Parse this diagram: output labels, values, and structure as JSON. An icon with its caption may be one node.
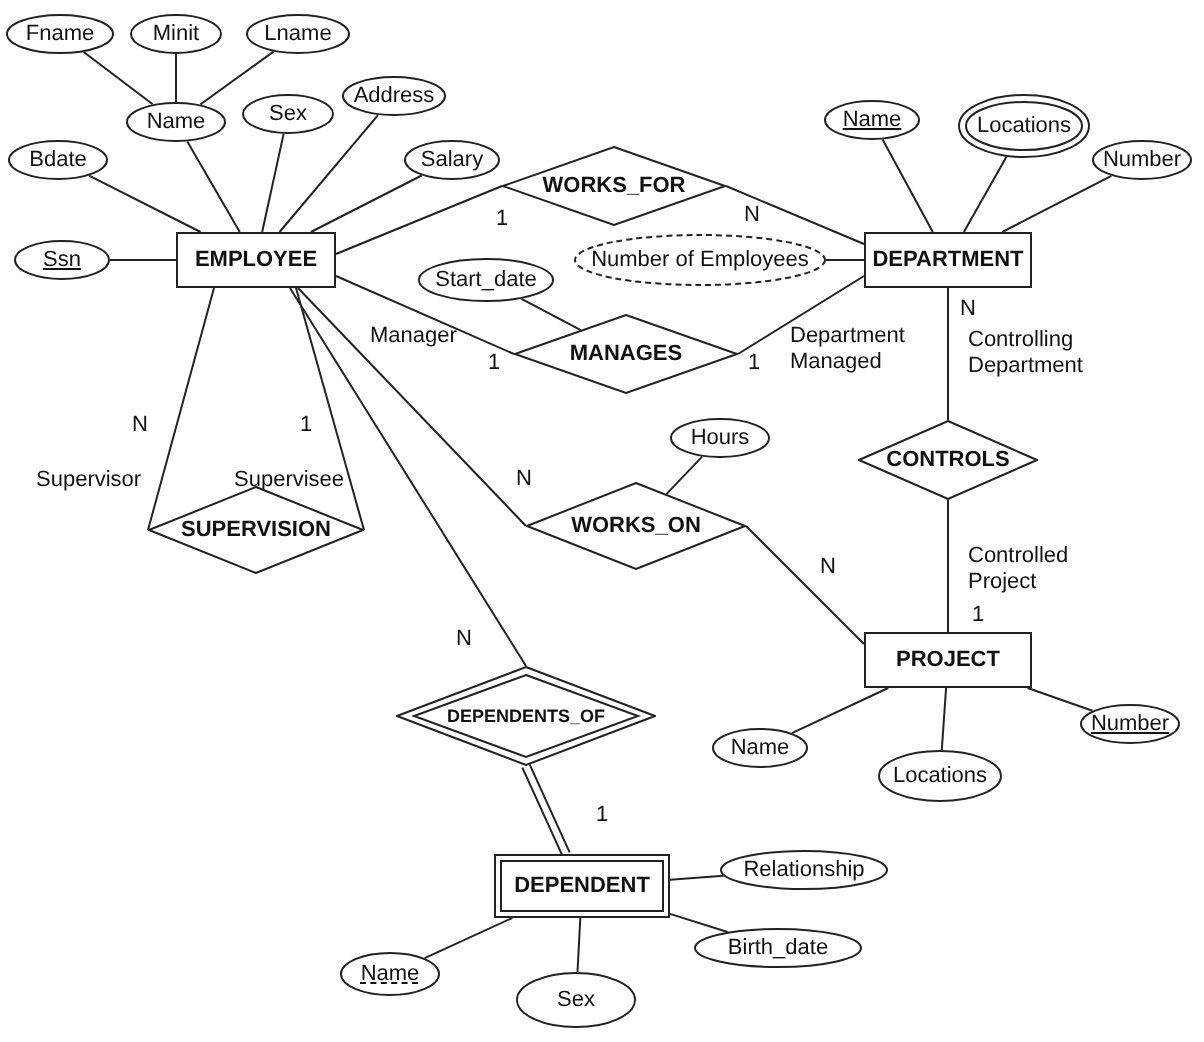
{
  "diagram": {
    "nodes": [
      {
        "text": [
          "EMPLOYEE"
        ]
      },
      {
        "text": [
          "Fname"
        ]
      },
      {
        "text": [
          "Minit"
        ]
      },
      {
        "text": [
          "Lname"
        ]
      },
      {
        "text": [
          "Name"
        ]
      },
      {
        "text": [
          "Sex"
        ]
      },
      {
        "text": [
          "Address"
        ]
      },
      {
        "text": [
          "Bdate"
        ]
      },
      {
        "text": [
          "Salary"
        ]
      },
      {
        "text": [
          "Ssn"
        ]
      },
      {
        "text": [
          "WORKS_FOR"
        ]
      },
      {
        "text": [
          "DEPARTMENT"
        ]
      },
      {
        "text": [
          "Name"
        ]
      },
      {
        "text": [
          "Locations"
        ]
      },
      {
        "text": [
          "Number"
        ]
      },
      {
        "text": [
          "Number of Employees"
        ]
      },
      {
        "text": [
          "Start_date"
        ]
      },
      {
        "text": [
          "MANAGES"
        ]
      },
      {
        "text": [
          "SUPERVISION"
        ]
      },
      {
        "text": [
          "Hours"
        ]
      },
      {
        "text": [
          "WORKS_ON"
        ]
      },
      {
        "text": [
          "CONTROLS"
        ]
      },
      {
        "text": [
          "PROJECT"
        ]
      },
      {
        "text": [
          "Name"
        ]
      },
      {
        "text": [
          "Locations"
        ]
      },
      {
        "text": [
          "Number"
        ]
      },
      {
        "text": [
          "DEPENDENTS_OF"
        ]
      },
      {
        "text": [
          "DEPENDENT"
        ]
      },
      {
        "text": [
          "Relationship"
        ]
      },
      {
        "text": [
          "Birth_date"
        ]
      },
      {
        "text": [
          "Name"
        ]
      },
      {
        "text": [
          "Sex"
        ]
      }
    ],
    "edges": [
      {
        "from": 1,
        "to": 4,
        "arrow": "none"
      },
      {
        "from": 2,
        "to": 4,
        "arrow": "none"
      },
      {
        "from": 3,
        "to": 4,
        "arrow": "none"
      },
      {
        "from": 4,
        "to": 0,
        "arrow": "none"
      },
      {
        "from": 5,
        "to": 0,
        "arrow": "none"
      },
      {
        "from": 6,
        "to": 0,
        "arrow": "none"
      },
      {
        "from": 7,
        "to": 0,
        "arrow": "none"
      },
      {
        "from": 8,
        "to": 0,
        "arrow": "none"
      },
      {
        "from": 9,
        "to": 0,
        "arrow": "none"
      },
      {
        "from": 0,
        "to": 10,
        "arrow": "none",
        "label": "1"
      },
      {
        "from": 10,
        "to": 11,
        "arrow": "none",
        "label": "N"
      },
      {
        "from": 12,
        "to": 11,
        "arrow": "none"
      },
      {
        "from": 13,
        "to": 11,
        "arrow": "none"
      },
      {
        "from": 14,
        "to": 11,
        "arrow": "none"
      },
      {
        "from": 15,
        "to": 11,
        "arrow": "none"
      },
      {
        "from": 16,
        "to": 17,
        "arrow": "none"
      },
      {
        "from": 0,
        "to": 17,
        "arrow": "none",
        "label": "1"
      },
      {
        "from": 17,
        "to": 11,
        "arrow": "none",
        "label": "1"
      },
      {
        "from": 0,
        "to": 18,
        "arrow": "none",
        "label": "N"
      },
      {
        "from": 0,
        "to": 18,
        "arrow": "none",
        "label": "1"
      },
      {
        "from": 19,
        "to": 20,
        "arrow": "none"
      },
      {
        "from": 0,
        "to": 20,
        "arrow": "none",
        "label": "N"
      },
      {
        "from": 20,
        "to": 22,
        "arrow": "none",
        "label": "N"
      },
      {
        "from": 11,
        "to": 21,
        "arrow": "none",
        "label": "N"
      },
      {
        "from": 21,
        "to": 22,
        "arrow": "none",
        "label": "1"
      },
      {
        "from": 23,
        "to": 22,
        "arrow": "none"
      },
      {
        "from": 24,
        "to": 22,
        "arrow": "none"
      },
      {
        "from": 25,
        "to": 22,
        "arrow": "none"
      },
      {
        "from": 0,
        "to": 26,
        "arrow": "none",
        "label": "N"
      },
      {
        "from": 26,
        "to": 27,
        "arrow": "none",
        "label": "1"
      },
      {
        "from": 28,
        "to": 27,
        "arrow": "none"
      },
      {
        "from": 29,
        "to": 27,
        "arrow": "none"
      },
      {
        "from": 30,
        "to": 27,
        "arrow": "none"
      },
      {
        "from": 31,
        "to": 27,
        "arrow": "none"
      }
    ],
    "labels": [
      "Manager",
      "Department Managed",
      "Supervisor",
      "Supervisee",
      "Controlling Department",
      "Controlled Project"
    ]
  }
}
